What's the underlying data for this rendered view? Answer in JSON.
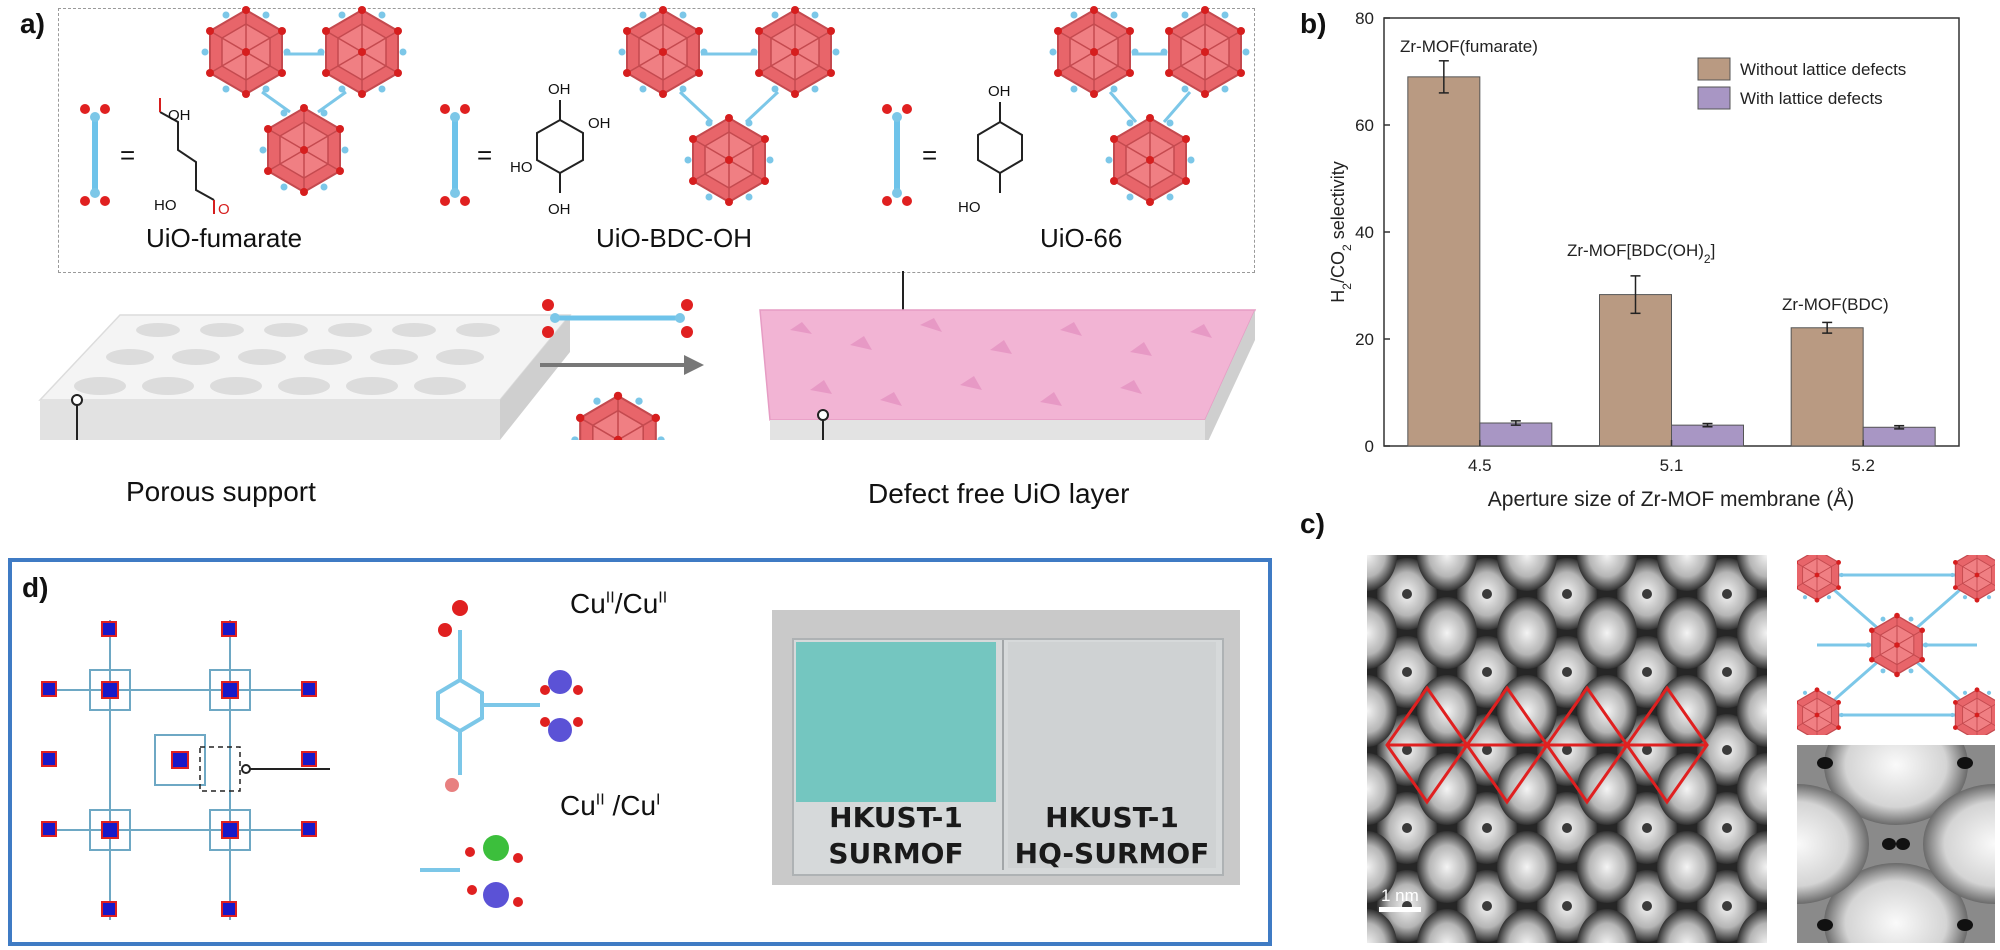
{
  "panel_a": {
    "label": "a)",
    "mofs": [
      {
        "name": "UiO-fumarate",
        "linker": "fumaric acid"
      },
      {
        "name": "UiO-BDC-OH",
        "linker": "2,5-dihydroxyterephthalic acid"
      },
      {
        "name": "UiO-66",
        "linker": "terephthalic acid"
      }
    ],
    "equals": "=",
    "atom_labels": {
      "oh": "OH",
      "ho": "HO",
      "o": "O"
    },
    "support_label": "Porous support",
    "layer_label": "Defect free UiO layer"
  },
  "panel_b": {
    "label": "b)",
    "annotations": [
      "Zr-MOF(fumarate)",
      "Zr-MOF[BDC(OH)",
      "2",
      "]",
      "Zr-MOF(BDC)"
    ]
  },
  "panel_c": {
    "label": "c)",
    "scale_bar": "1 nm"
  },
  "panel_d": {
    "label": "d)",
    "cu_state_1": {
      "base": "Cu",
      "sup1": "II",
      "sep": "/Cu",
      "sup2": "II"
    },
    "cu_state_2": {
      "base": "Cu",
      "sup1": "II",
      "sep": " /Cu",
      "sup2": "I"
    },
    "film_left": [
      "HKUST-1",
      "SURMOF"
    ],
    "film_right": [
      "HKUST-1",
      "HQ-SURMOF"
    ]
  },
  "chart_data": {
    "type": "bar",
    "categories": [
      "4.5",
      "5.1",
      "5.2"
    ],
    "series": [
      {
        "name": "Without lattice defects",
        "values": [
          69,
          28.3,
          22.1
        ],
        "errors": [
          3,
          3.5,
          1
        ],
        "color": "#b99a82"
      },
      {
        "name": "With lattice defects",
        "values": [
          4.3,
          3.9,
          3.5
        ],
        "errors": [
          0.4,
          0.3,
          0.3
        ],
        "color": "#a896c4"
      }
    ],
    "xlabel": "Aperture size of Zr-MOF membrane (Å)",
    "ylabel": "H2/CO2 selectivity",
    "ylim": [
      0,
      80
    ],
    "yticks": [
      0,
      20,
      40,
      60,
      80
    ],
    "legend_position": "top-right",
    "grid": false
  }
}
